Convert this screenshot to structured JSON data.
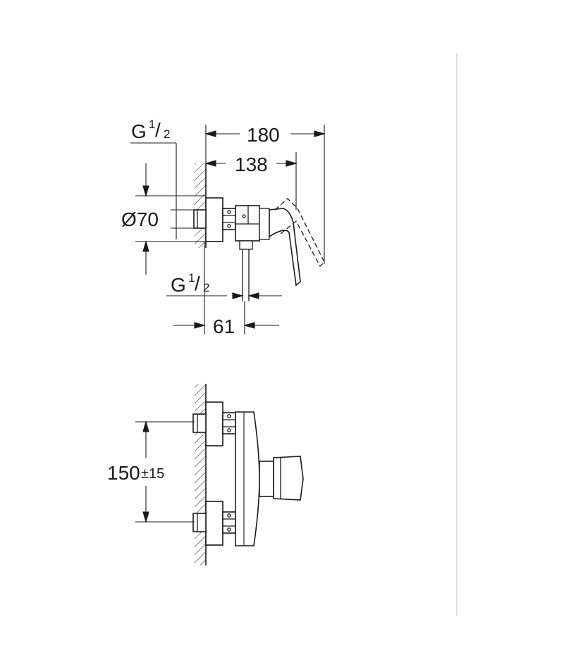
{
  "colors": {
    "line": "#1a1a1a",
    "hatch": "#333333",
    "divider": "#cccccc",
    "background": "#ffffff"
  },
  "side_view": {
    "thread_top": {
      "letter": "G",
      "numerator": "1",
      "slash": "/",
      "denominator": "2"
    },
    "overall_width": "180",
    "body_width": "138",
    "rosette_diameter": "Ø70",
    "thread_bottom": {
      "letter": "G",
      "numerator": "1",
      "slash": "/",
      "denominator": "2"
    },
    "outlet_offset": "61"
  },
  "front_view": {
    "inlet_spacing": {
      "value": "150",
      "tolerance": "±15"
    }
  }
}
